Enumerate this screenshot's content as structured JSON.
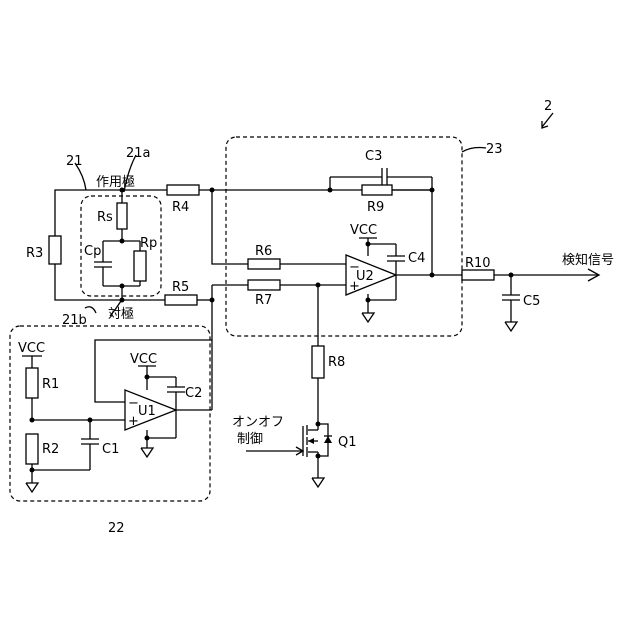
{
  "figure": {
    "ref": "2",
    "blocks": {
      "sensor": "21",
      "sensor_we": "21a",
      "sensor_ce": "21b",
      "reference": "22",
      "amplifier": "23"
    },
    "electrodes": {
      "working": "作用極",
      "counter": "対極"
    },
    "resistors": {
      "r1": "R1",
      "r2": "R2",
      "r3": "R3",
      "r4": "R4",
      "r5": "R5",
      "r6": "R6",
      "r7": "R7",
      "r8": "R8",
      "r9": "R9",
      "r10": "R10",
      "rs": "Rs",
      "rp": "Rp"
    },
    "capacitors": {
      "c1": "C1",
      "c2": "C2",
      "c3": "C3",
      "c4": "C4",
      "c5": "C5",
      "cp": "Cp"
    },
    "opamps": {
      "u1": "U1",
      "u2": "U2"
    },
    "transistor": "Q1",
    "supply": "VCC",
    "onoff": {
      "line1": "オンオフ",
      "line2": "制御"
    },
    "output": "検知信号"
  }
}
